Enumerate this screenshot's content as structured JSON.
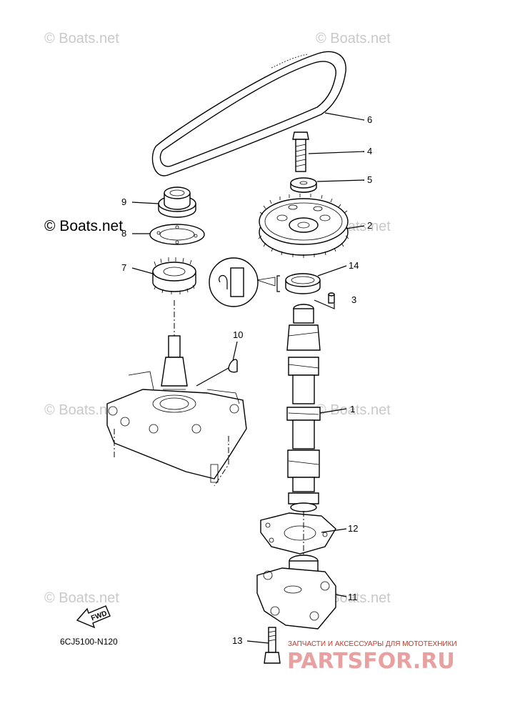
{
  "watermarks": {
    "light": [
      "© Boats.net",
      "© Boats.net",
      "© Boats.net",
      "© Boats.net",
      "© Boats.net",
      "© Boats.net",
      "© Boats.net"
    ],
    "dark": "© Boats.net"
  },
  "callouts": [
    "1",
    "2",
    "3",
    "4",
    "5",
    "6",
    "7",
    "8",
    "9",
    "10",
    "11",
    "12",
    "13",
    "14"
  ],
  "diagram_code": "6CJ5100-N120",
  "fwd_label": "FWD",
  "brand": {
    "subtitle": "ЗАПЧАСТИ И АКСЕССУАРЫ ДЛЯ МОТОТЕХНИКИ",
    "name": "PARTSFOR.RU",
    "color": "#e8a0a0"
  }
}
